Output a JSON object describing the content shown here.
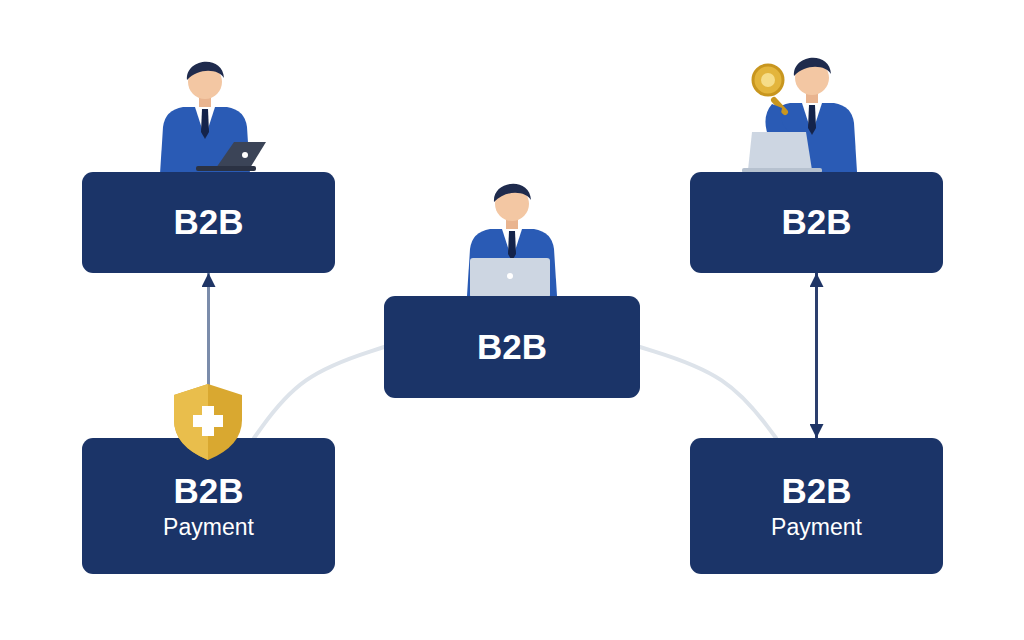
{
  "diagram": {
    "nodes": [
      {
        "text": [
          "B2B"
        ]
      },
      {
        "text": [
          "B2B"
        ]
      },
      {
        "text": [
          "B2B"
        ]
      },
      {
        "text": [
          "B2B",
          "Payment"
        ]
      },
      {
        "text": [
          "B2B",
          "Payment"
        ]
      }
    ],
    "edges": [
      {
        "from": 3,
        "to": 0,
        "arrow": "to"
      },
      {
        "from": 4,
        "to": 1,
        "arrow": "both"
      },
      {
        "from": 3,
        "to": 2,
        "arrow": "none"
      },
      {
        "from": 2,
        "to": 4,
        "arrow": "none"
      }
    ]
  }
}
